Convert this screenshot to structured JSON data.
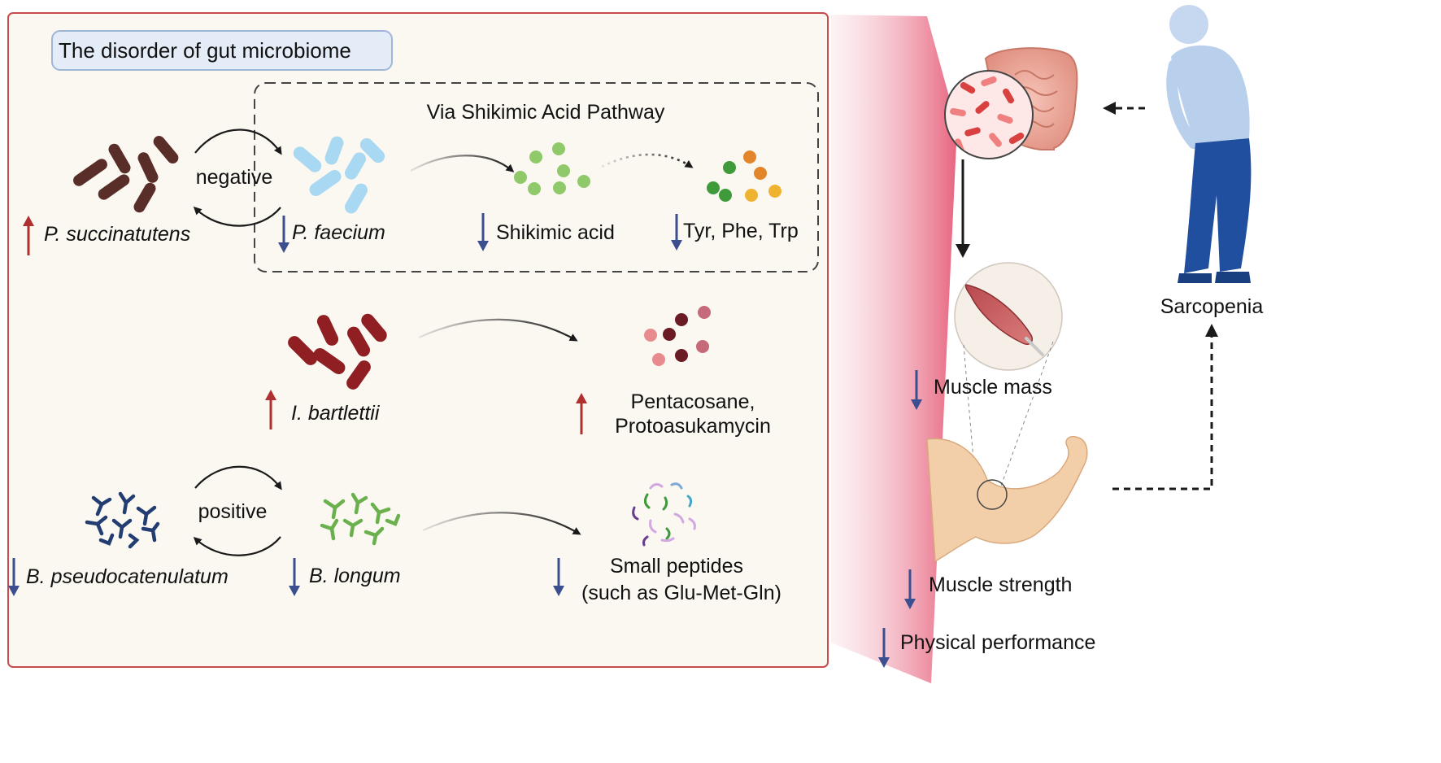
{
  "panel": {
    "title": "The disorder of gut microbiome",
    "pathway_label": "Via Shikimic Acid Pathway"
  },
  "relations": {
    "negative": "negative",
    "positive": "positive"
  },
  "taxa": {
    "p_succinatutens": "P. succinatutens",
    "p_faecium": "P. faecium",
    "i_bartlettii": "I. bartlettii",
    "b_pseudocatenulatum": "B. pseudocatenulatum",
    "b_longum": "B. longum"
  },
  "metabolites": {
    "shikimic_acid": "Shikimic acid",
    "aromatic_aa": "Tyr, Phe, Trp",
    "pentacosane_line1": "Pentacosane,",
    "pentacosane_line2": "Protoasukamycin",
    "peptides_line1": "Small peptides",
    "peptides_line2": "(such as Glu-Met-Gln)"
  },
  "outcomes": {
    "muscle_mass": "Muscle mass",
    "muscle_strength": "Muscle strength",
    "physical_performance": "Physical performance",
    "sarcopenia": "Sarcopenia"
  },
  "colors": {
    "panel_border": "#c94a4a",
    "panel_fill": "#fbf8f1",
    "title_box": "#e4ecf7",
    "arrow_up": "#b03030",
    "arrow_down": "#3b4e8f",
    "dark_brown": "#5a2e28",
    "light_blue": "#a9d8f2",
    "dark_red": "#8f1f22",
    "navy": "#233d72",
    "green": "#6ab04c"
  }
}
